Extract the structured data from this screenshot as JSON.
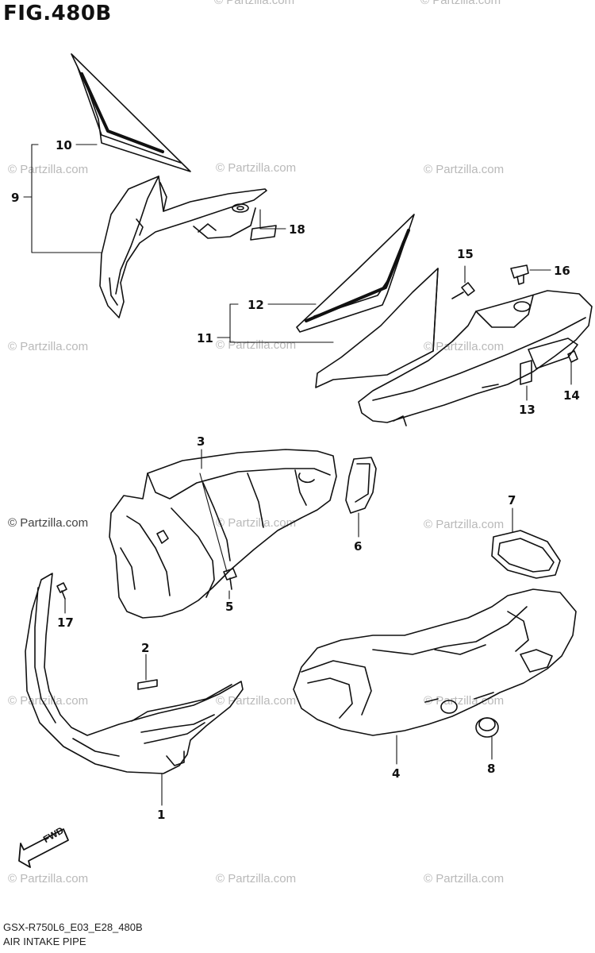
{
  "figure": {
    "title": "FIG.480B"
  },
  "watermark": {
    "text": "© Partzilla.com"
  },
  "direction": {
    "label": "FWD"
  },
  "footer": {
    "code": "GSX-R750L6_E03_E28_480B",
    "caption": "AIR INTAKE PIPE"
  },
  "callouts": [
    {
      "id": "1",
      "label": "1"
    },
    {
      "id": "2",
      "label": "2"
    },
    {
      "id": "3",
      "label": "3"
    },
    {
      "id": "4",
      "label": "4"
    },
    {
      "id": "5",
      "label": "5"
    },
    {
      "id": "6",
      "label": "6"
    },
    {
      "id": "7",
      "label": "7"
    },
    {
      "id": "8",
      "label": "8"
    },
    {
      "id": "9",
      "label": "9"
    },
    {
      "id": "10",
      "label": "10"
    },
    {
      "id": "11",
      "label": "11"
    },
    {
      "id": "12",
      "label": "12"
    },
    {
      "id": "13",
      "label": "13"
    },
    {
      "id": "14",
      "label": "14"
    },
    {
      "id": "15",
      "label": "15"
    },
    {
      "id": "16",
      "label": "16"
    },
    {
      "id": "17",
      "label": "17"
    },
    {
      "id": "18",
      "label": "18"
    }
  ]
}
